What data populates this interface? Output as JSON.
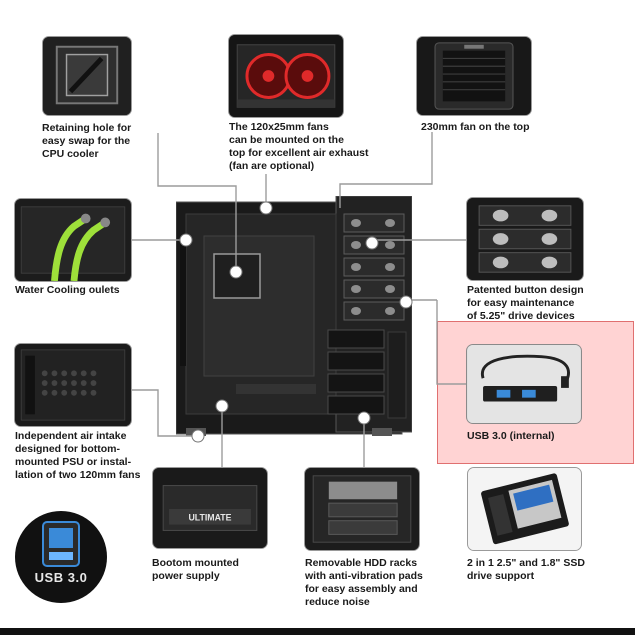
{
  "captions": {
    "retaining_hole": "Retaining hole for\neasy swap for the\nCPU cooler",
    "fans_120": "The 120x25mm fans\ncan be mounted on the\ntop for excellent air exhaust\n(fan are optional)",
    "fan_230": "230mm fan on the top",
    "water_cooling": "Water Cooling oulets",
    "patented_button": "Patented button design\nfor easy maintenance\nof 5.25\" drive devices",
    "usb_internal": "USB 3.0 (internal)",
    "air_intake": "Independent air intake\ndesigned for bottom-\nmounted PSU or instal-\nlation of two 120mm fans",
    "psu_bottom": "Bootom mounted\npower supply",
    "hdd_racks": "Removable HDD racks\nwith anti-vibration pads\nfor easy assembly and\nreduce noise",
    "ssd_support": "2 in 1 2.5\" and 1.8\" SSD\ndrive support"
  },
  "badges": {
    "usb_logo": "USB 3.0",
    "psu_brand": "ULTIMATE"
  },
  "colors": {
    "highlight": "#ff9696",
    "case_body": "#1e1e1e",
    "fan_red": "#e02a2a",
    "tube_green": "#9ee03a",
    "usb_blue": "#3a8ad8"
  },
  "icons": {
    "connector_dot": "white-circle-dot"
  }
}
